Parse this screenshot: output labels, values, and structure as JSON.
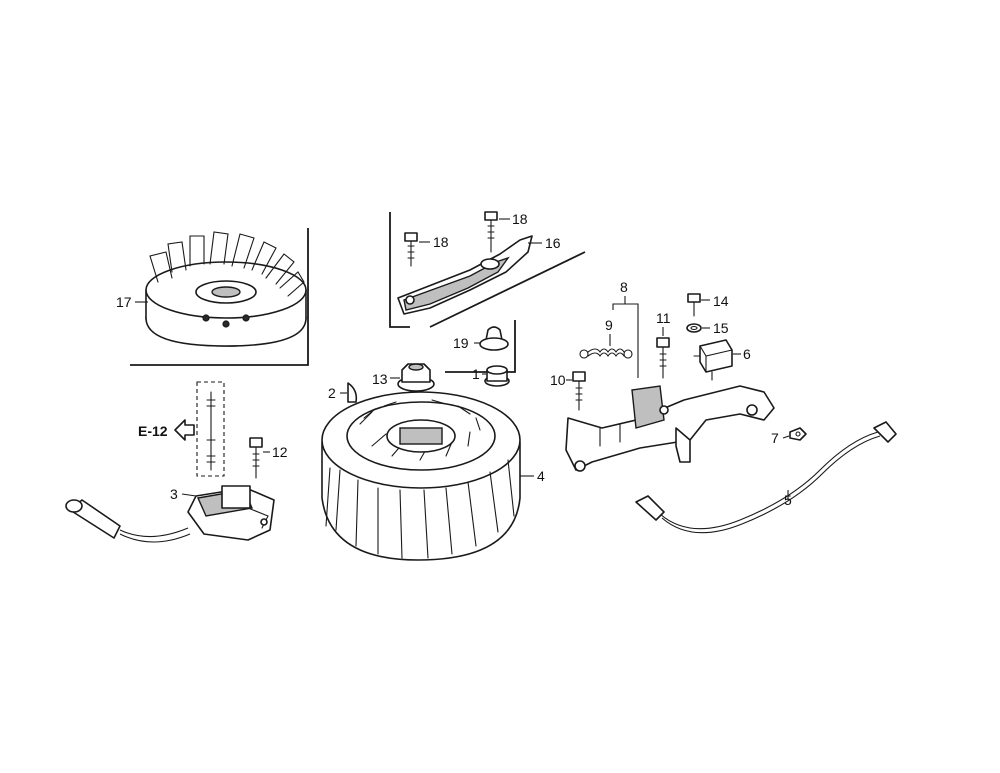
{
  "callouts": {
    "c1": "1",
    "c2": "2",
    "c3": "3",
    "c4": "4",
    "c5": "5",
    "c6": "6",
    "c7": "7",
    "c8": "8",
    "c9": "9",
    "c10": "10",
    "c11": "11",
    "c12": "12",
    "c13": "13",
    "c14": "14",
    "c15": "15",
    "c16": "16",
    "c17": "17",
    "c18a": "18",
    "c18b": "18",
    "c19": "19"
  },
  "reference": {
    "label": "E-12"
  },
  "colors": {
    "line": "#1a1a1a",
    "background": "#ffffff",
    "fill_grey": "#bfbfbf"
  }
}
